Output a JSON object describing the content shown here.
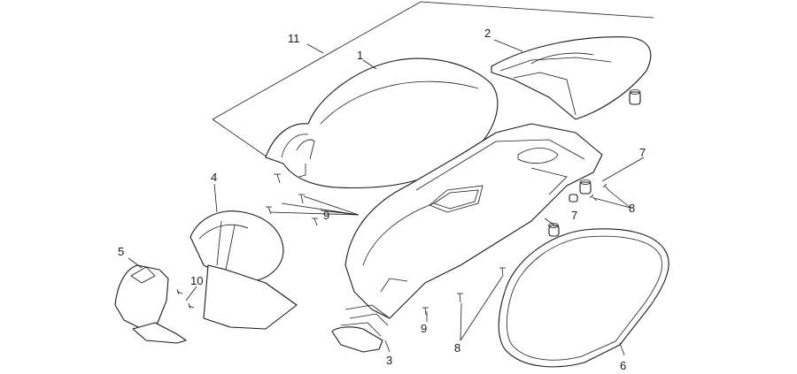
{
  "diagram": {
    "callouts": [
      {
        "id": "c11",
        "label": "11"
      },
      {
        "id": "c1",
        "label": "1"
      },
      {
        "id": "c2",
        "label": "2"
      },
      {
        "id": "c4",
        "label": "4"
      },
      {
        "id": "c5",
        "label": "5"
      },
      {
        "id": "c10",
        "label": "10"
      },
      {
        "id": "c9a",
        "label": "9"
      },
      {
        "id": "c9b",
        "label": "9"
      },
      {
        "id": "c3",
        "label": "3"
      },
      {
        "id": "c7a",
        "label": "7"
      },
      {
        "id": "c7b",
        "label": "7"
      },
      {
        "id": "c8a",
        "label": "8"
      },
      {
        "id": "c8b",
        "label": "8"
      },
      {
        "id": "c6",
        "label": "6"
      }
    ]
  }
}
